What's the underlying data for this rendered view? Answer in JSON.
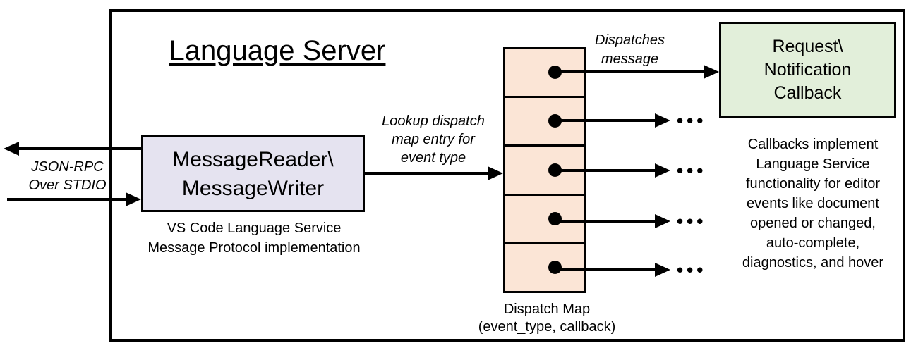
{
  "title": "Language Server",
  "stdio": {
    "label": [
      "JSON-RPC",
      "Over STDIO"
    ]
  },
  "message_handler": {
    "label": [
      "MessageReader\\",
      "MessageWriter"
    ],
    "caption": [
      "VS Code Language Service",
      "Message Protocol implementation"
    ]
  },
  "lookup_label": [
    "Lookup dispatch",
    "map entry for",
    "event type"
  ],
  "dispatches_label": [
    "Dispatches",
    "message"
  ],
  "dispatch_map": {
    "row_count": 5,
    "caption": [
      "Dispatch Map",
      "(event_type, callback)"
    ]
  },
  "callback_box": {
    "label": [
      "Request\\",
      "Notification",
      "Callback"
    ]
  },
  "callbacks_note": [
    "Callbacks implement",
    "Language Service",
    "functionality for editor",
    "events like document",
    "opened or changed,",
    "auto-complete,",
    "diagnostics, and hover"
  ],
  "ellipsis": "•••",
  "colors": {
    "message_box_fill": "#e5e3f0",
    "dispatch_cell_fill": "#fbe5d6",
    "callback_box_fill": "#e2efda",
    "line": "#000000",
    "background": "#ffffff"
  }
}
